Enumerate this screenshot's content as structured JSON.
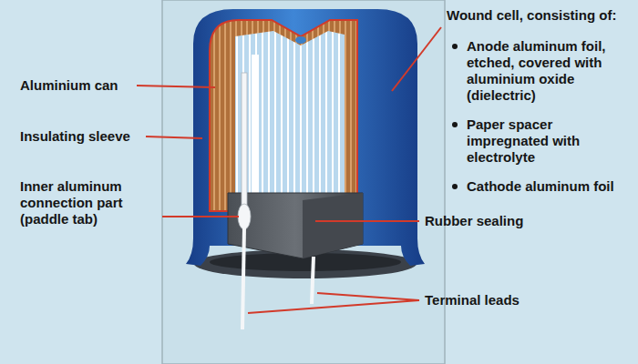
{
  "diagram": {
    "labels": [
      "Aluminium can",
      "Insulating sleeve",
      "Inner aluminum connection part (paddle tab)",
      "Wound cell, consisting of:",
      "Anode aluminum foil, etched, covered with aluminium oxide (dielectric)",
      "Paper spacer impregnated with electrolyte",
      "Cathode aluminum foil",
      "Rubber sealing",
      "Terminal leads"
    ]
  }
}
